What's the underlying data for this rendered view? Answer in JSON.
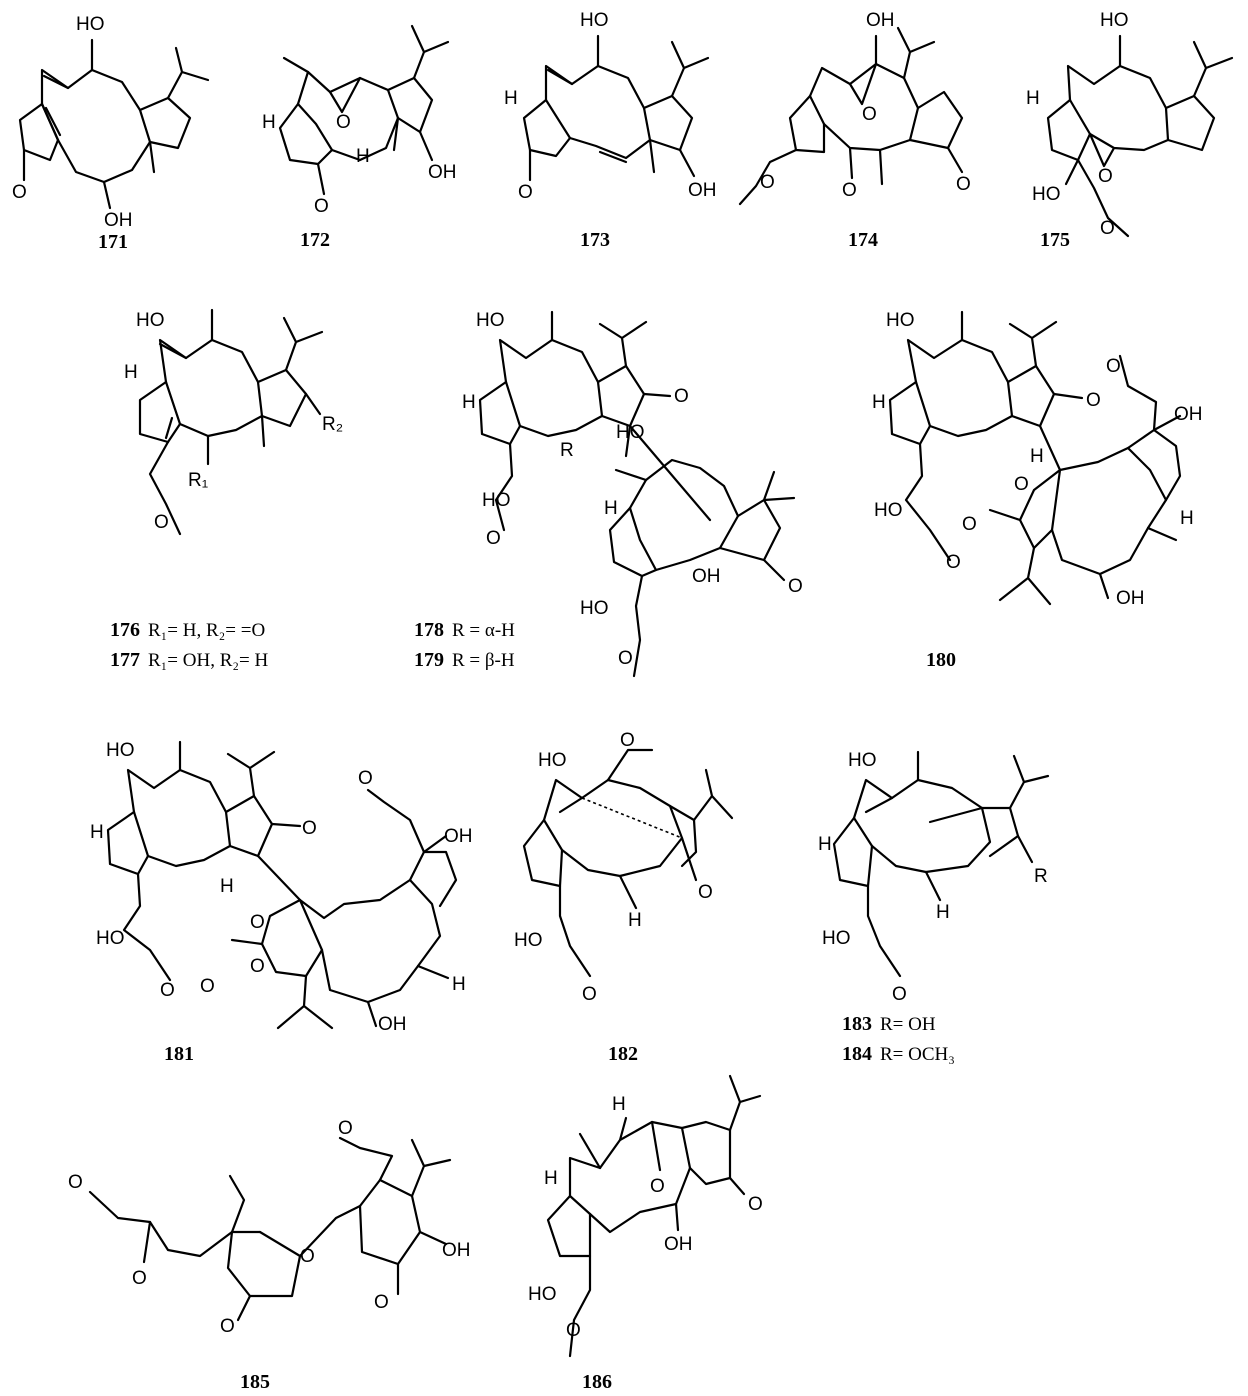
{
  "compounds": [
    {
      "id": "171"
    },
    {
      "id": "172"
    },
    {
      "id": "173"
    },
    {
      "id": "174"
    },
    {
      "id": "175"
    },
    {
      "id": "176",
      "note": "R₁= H, R₂= =O"
    },
    {
      "id": "177",
      "note": "R₁= OH, R₂= H"
    },
    {
      "id": "178",
      "note": "R = α-H"
    },
    {
      "id": "179",
      "note": "R = β-H"
    },
    {
      "id": "180"
    },
    {
      "id": "181"
    },
    {
      "id": "182"
    },
    {
      "id": "183",
      "note": "R= OH"
    },
    {
      "id": "184",
      "note": "R= OCH₃"
    },
    {
      "id": "185"
    },
    {
      "id": "186"
    }
  ],
  "atom_labels": {
    "ho": "HO",
    "oh": "OH",
    "o": "O",
    "h": "H",
    "r": "R",
    "r1": "R₁",
    "r2": "R₂"
  }
}
